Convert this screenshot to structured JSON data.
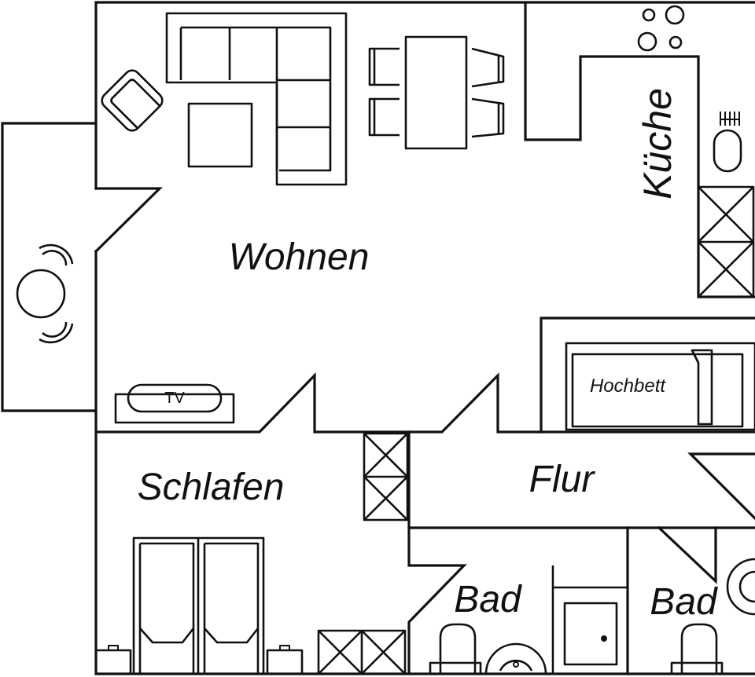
{
  "rooms": {
    "wohnen": "Wohnen",
    "kueche": "Küche",
    "hochbett": "Hochbett",
    "schlafen": "Schlafen",
    "flur": "Flur",
    "bad_left": "Bad",
    "bad_right": "Bad"
  },
  "furniture": {
    "tv": "TV"
  },
  "colors": {
    "line": "#111111",
    "background": "#ffffff"
  }
}
